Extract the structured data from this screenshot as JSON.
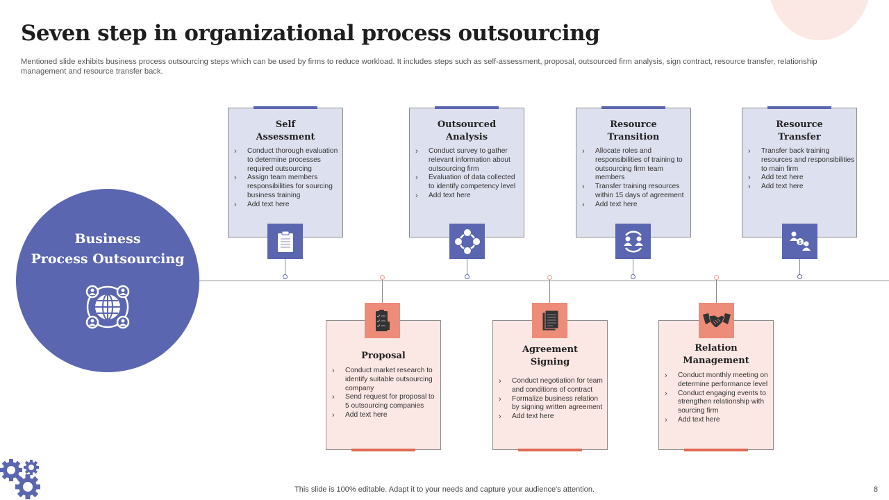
{
  "slide": {
    "title": "Seven step in organizational process outsourcing",
    "subtitle": "Mentioned slide exhibits business process outsourcing steps which can be used by firms to reduce workload. It includes steps such as self-assessment, proposal, outsourced firm analysis, sign contract, resource transfer, relationship management and resource transfer back.",
    "footer": "This slide is 100% editable. Adapt it to your needs and capture your audience's attention.",
    "page_number": "8"
  },
  "colors": {
    "primary_blue": "#5b66b0",
    "top_card_bg": "#dde0ee",
    "bottom_card_bg": "#fbe7e3",
    "salmon_icon": "#ec8c79",
    "salmon_accent": "#e06a55"
  },
  "hub": {
    "line1": "Business",
    "line2": "Process Outsourcing",
    "icon": "globe-network-icon"
  },
  "steps_top": [
    {
      "title1": "Self",
      "title2": "Assessment",
      "icon": "clipboard-icon",
      "bullets": [
        "Conduct thorough evaluation to determine processes required outsourcing",
        "Assign team members responsibilities for sourcing business training",
        "Add text here"
      ]
    },
    {
      "title1": "Outsourced",
      "title2": "Analysis",
      "icon": "people-network-icon",
      "bullets": [
        "Conduct survey to gather relevant information about outsourcing firm",
        "Evaluation of data collected to identify competency level",
        "Add text here"
      ]
    },
    {
      "title1": "Resource",
      "title2": "Transition",
      "icon": "people-exchange-icon",
      "bullets": [
        "Allocate roles and responsibilities of training to outsourcing firm team members",
        "Transfer training resources within 15 days of agreement",
        "Add text here"
      ]
    },
    {
      "title1": "Resource",
      "title2": "Transfer",
      "icon": "money-transfer-icon",
      "bullets": [
        "Transfer back training resources and responsibilities to main firm",
        "Add text here",
        "Add text here"
      ]
    }
  ],
  "steps_bottom": [
    {
      "title1": "Proposal",
      "title2": "",
      "icon": "checklist-icon",
      "bullets": [
        "Conduct market research to identify suitable outsourcing company",
        "Send request for proposal to 5 outsourcing companies",
        "Add text here"
      ]
    },
    {
      "title1": "Agreement",
      "title2": "Signing",
      "icon": "contract-document-icon",
      "bullets": [
        "Conduct negotiation for team and conditions of contract",
        "Formalize business relation by signing written agreement",
        "Add text here"
      ]
    },
    {
      "title1": "Relation",
      "title2": "Management",
      "icon": "handshake-icon",
      "bullets": [
        "Conduct monthly meeting on determine performance level",
        "Conduct engaging events to strengthen relationship with sourcing firm",
        "Add text here"
      ]
    }
  ]
}
